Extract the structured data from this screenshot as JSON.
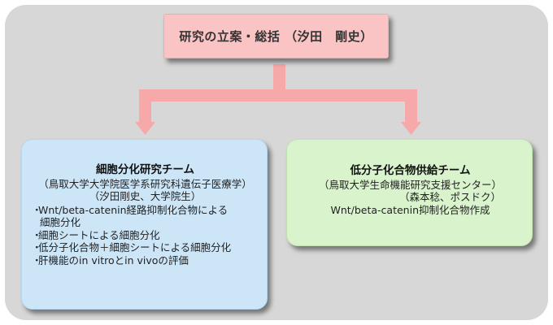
{
  "top_box": {
    "title": "研究の立案・総括 （汐田　剛史）"
  },
  "left_box": {
    "title": "細胞分化研究チーム",
    "affiliation": "（鳥取大学大学院医学系研究科遺伝子医療学）",
    "members": "（汐田剛史、大学院生）",
    "items": [
      {
        "bullet": "・",
        "lines": [
          "Wnt/beta-catenin経路抑制化合物による",
          "細胞分化"
        ]
      },
      {
        "bullet": "・",
        "lines": [
          "細胞シートによる細胞分化"
        ]
      },
      {
        "bullet": "・",
        "lines": [
          "低分子化合物＋細胞シートによる細胞分化"
        ]
      },
      {
        "bullet": "・",
        "lines": [
          "肝機能のin vitroとin vivoの評価"
        ]
      }
    ]
  },
  "right_box": {
    "title": "低分子化合物供給チーム",
    "affiliation": "（鳥取大学生命機能研究支援センター）",
    "members": "（森本稔、ポスドク）",
    "task": "Wnt/beta-catenin抑制化合物作成"
  },
  "colors": {
    "background": "#d7d7d7",
    "top_box": "#fbc4c4",
    "left_box": "#cce6f8",
    "right_box": "#d9f3cd",
    "connector": "#f7a8a8"
  }
}
